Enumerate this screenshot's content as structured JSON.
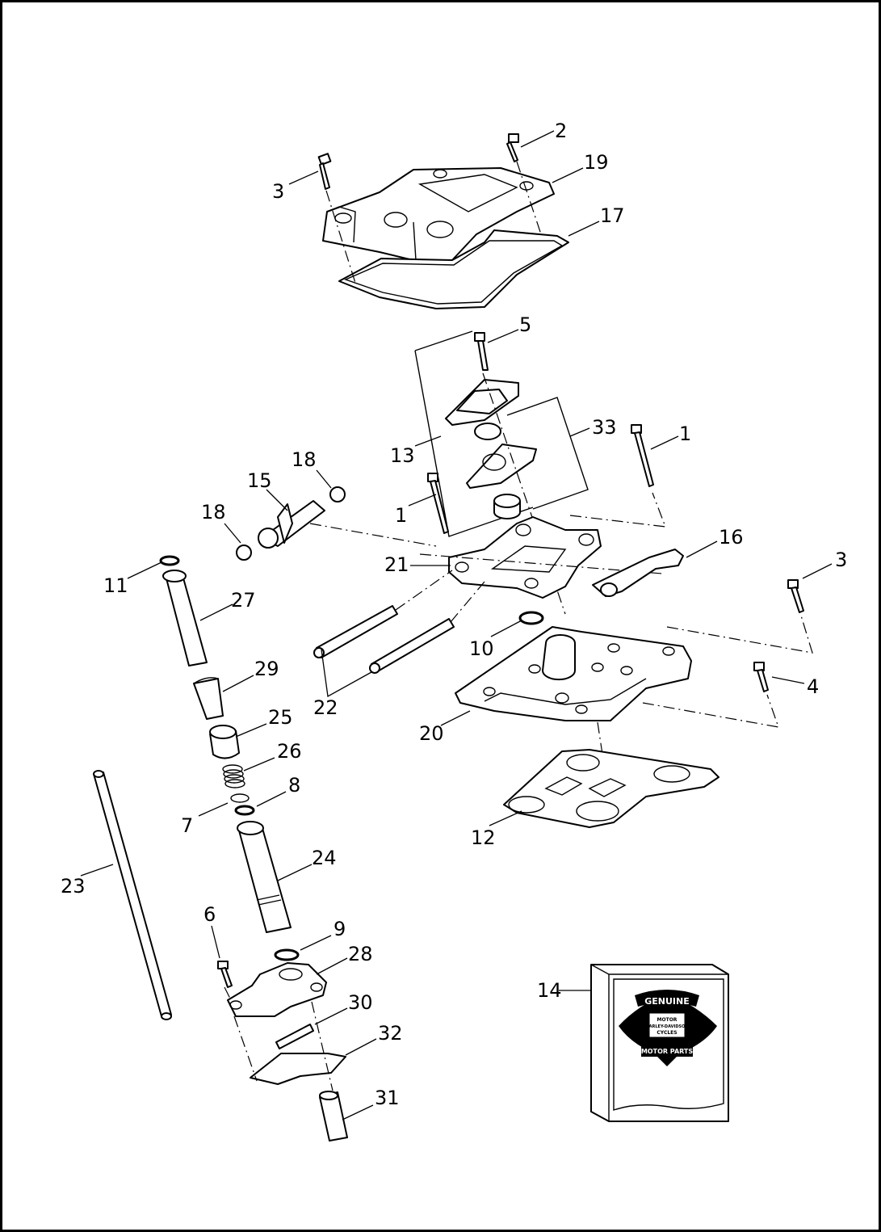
{
  "callouts": [
    "1",
    "1",
    "2",
    "3",
    "3",
    "4",
    "5",
    "6",
    "7",
    "8",
    "9",
    "10",
    "11",
    "12",
    "13",
    "14",
    "15",
    "16",
    "17",
    "18",
    "18",
    "19",
    "20",
    "21",
    "22",
    "23",
    "24",
    "25",
    "26",
    "27",
    "28",
    "29",
    "30",
    "31",
    "32",
    "33"
  ],
  "logo": {
    "top": "GENUINE",
    "middle": "MOTOR CYCLES HARLEY-DAVIDSON",
    "bottom": "MOTOR PARTS",
    "line1": "MOTOR",
    "line2": "HARLEY-DAVIDSON",
    "line3": "CYCLES"
  }
}
